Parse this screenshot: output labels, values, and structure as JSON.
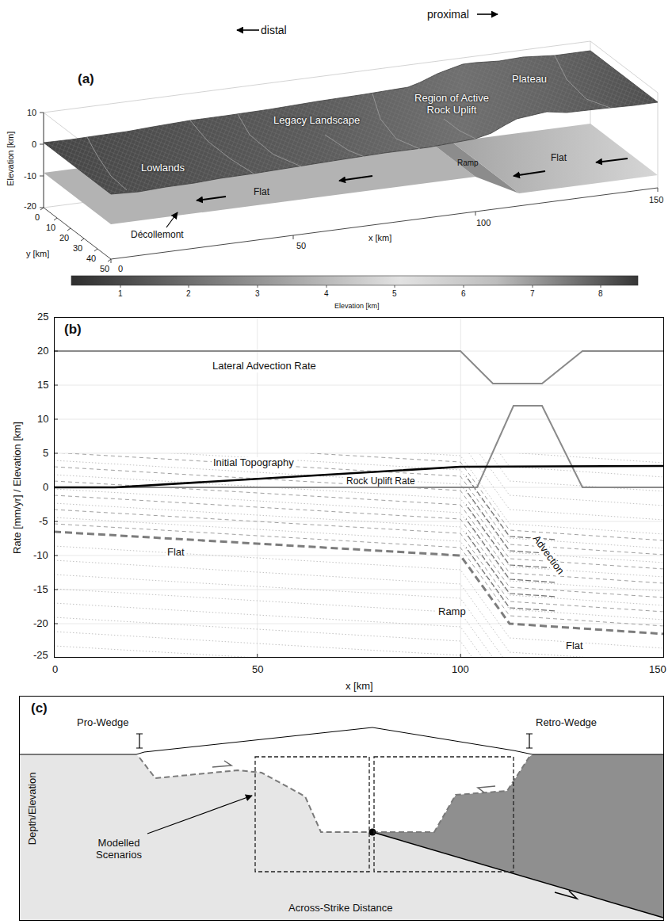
{
  "diagram": {
    "nodes": [
      {
        "text": [
          "(b)"
        ]
      },
      {
        "text": [
          "(c)"
        ]
      }
    ],
    "labels": [
      "(a)",
      "proximal",
      "distal",
      "Plateau",
      "Region of Active Rock Uplift",
      "Legacy Landscape",
      "Lowlands",
      "Flat",
      "Ramp",
      "Flat",
      "Décollemont",
      "10",
      "0",
      "-10",
      "-20",
      "Elevation [km]",
      "0",
      "10",
      "20",
      "30",
      "40",
      "50",
      "y [km]",
      "0",
      "50",
      "100",
      "150",
      "x [km]",
      "1",
      "2",
      "3",
      "4",
      "5",
      "6",
      "7",
      "8",
      "Elevation [km]",
      "25",
      "20",
      "15",
      "10",
      "5",
      "0",
      "-5",
      "-10",
      "-15",
      "-20",
      "-25",
      "Rate [mm/yr] / Elevation [km]",
      "Lateral Advection Rate",
      "Initial Topography",
      "Rock Uplift Rate",
      "Advection",
      "Flat",
      "Ramp",
      "Flat",
      "0",
      "50",
      "100",
      "150",
      "x [km]",
      "Pro-Wedge",
      "Retro-Wedge",
      "Depth/Elevation",
      "Modelled Scenarios",
      "Across-Strike Distance"
    ]
  }
}
